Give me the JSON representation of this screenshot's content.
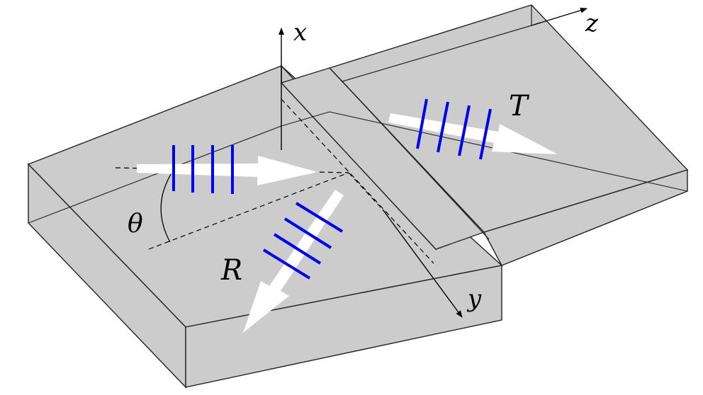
{
  "labels": {
    "x_axis": "x",
    "y_axis": "y",
    "z_axis": "z",
    "angle": "θ",
    "reflected": "R",
    "transmitted": "T"
  },
  "colors": {
    "slab_fill": "#cccccc",
    "edge": "#222222",
    "wavefront": "#0000ee",
    "arrow": "#ffffff"
  }
}
